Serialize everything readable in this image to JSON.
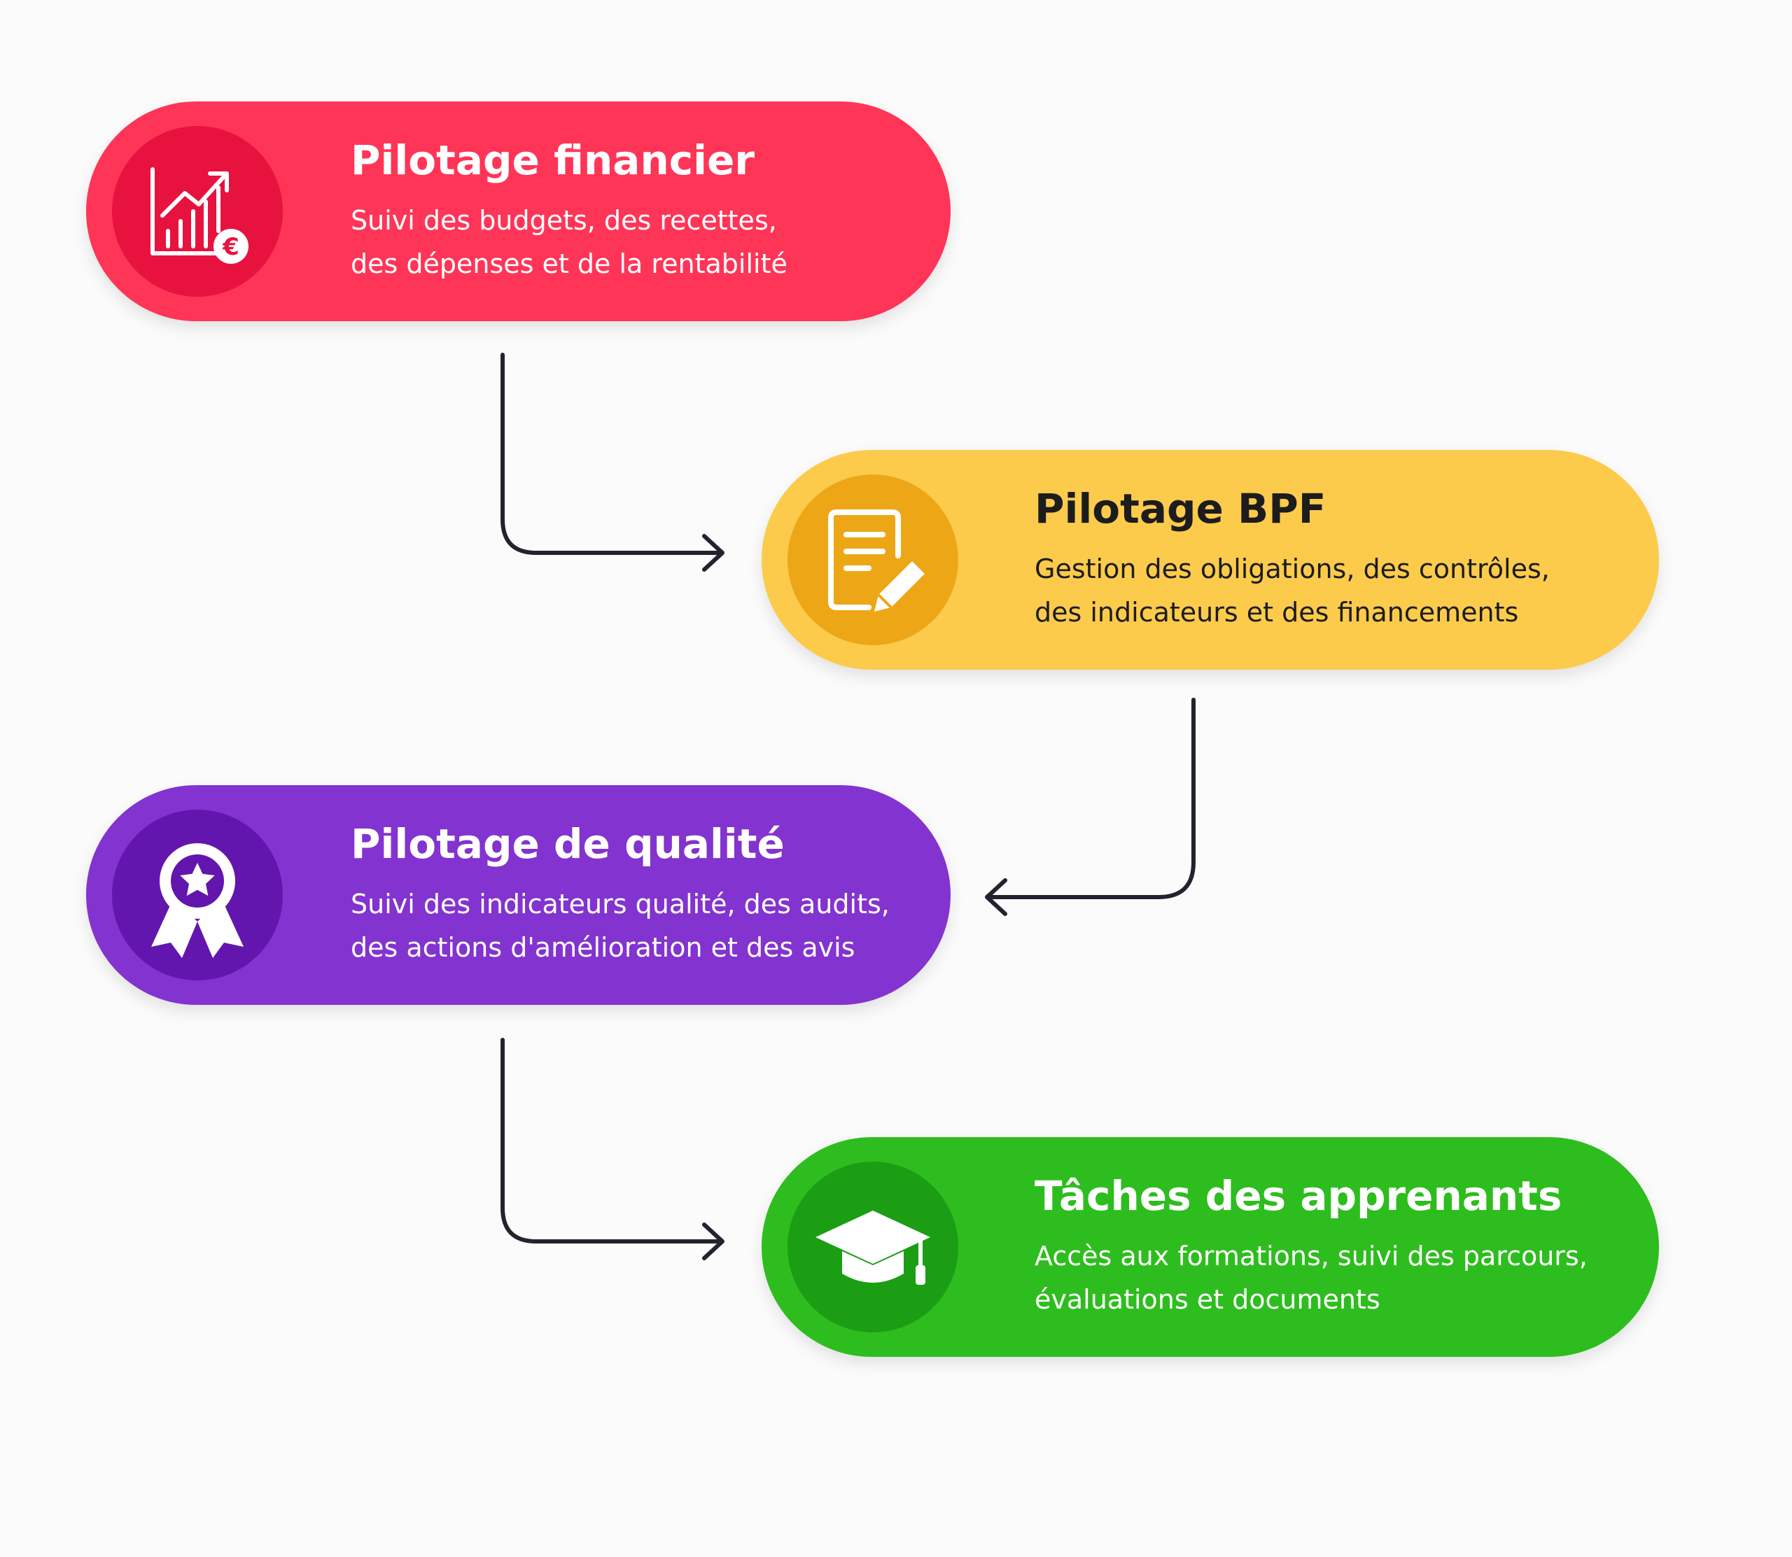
{
  "steps": [
    {
      "title": "Pilotage financier",
      "description": [
        "Suivi des budgets, des recettes,",
        "des dépenses et de la rentabilité"
      ],
      "icon": "financial-chart-euro-icon",
      "color": "#ff3558",
      "circle_color": "#e8123f",
      "text_color": "#ffffff"
    },
    {
      "title": "Pilotage BPF",
      "description": [
        "Gestion des obligations, des contrôles,",
        "des indicateurs et des financements"
      ],
      "icon": "document-edit-icon",
      "color": "#fccb4c",
      "circle_color": "#eda716",
      "text_color": "#1c1c1c"
    },
    {
      "title": "Pilotage de qualité",
      "description": [
        "Suivi des indicateurs qualité, des audits,",
        "des actions d'amélioration et des avis"
      ],
      "icon": "award-ribbon-icon",
      "color": "#8333cf",
      "circle_color": "#6316ad",
      "text_color": "#ffffff"
    },
    {
      "title": "Tâches des apprenants",
      "description": [
        "Accès aux formations, suivi des parcours,",
        "évaluations et documents"
      ],
      "icon": "graduation-cap-icon",
      "color": "#2ebd1e",
      "circle_color": "#1b9e14",
      "text_color": "#ffffff"
    }
  ]
}
